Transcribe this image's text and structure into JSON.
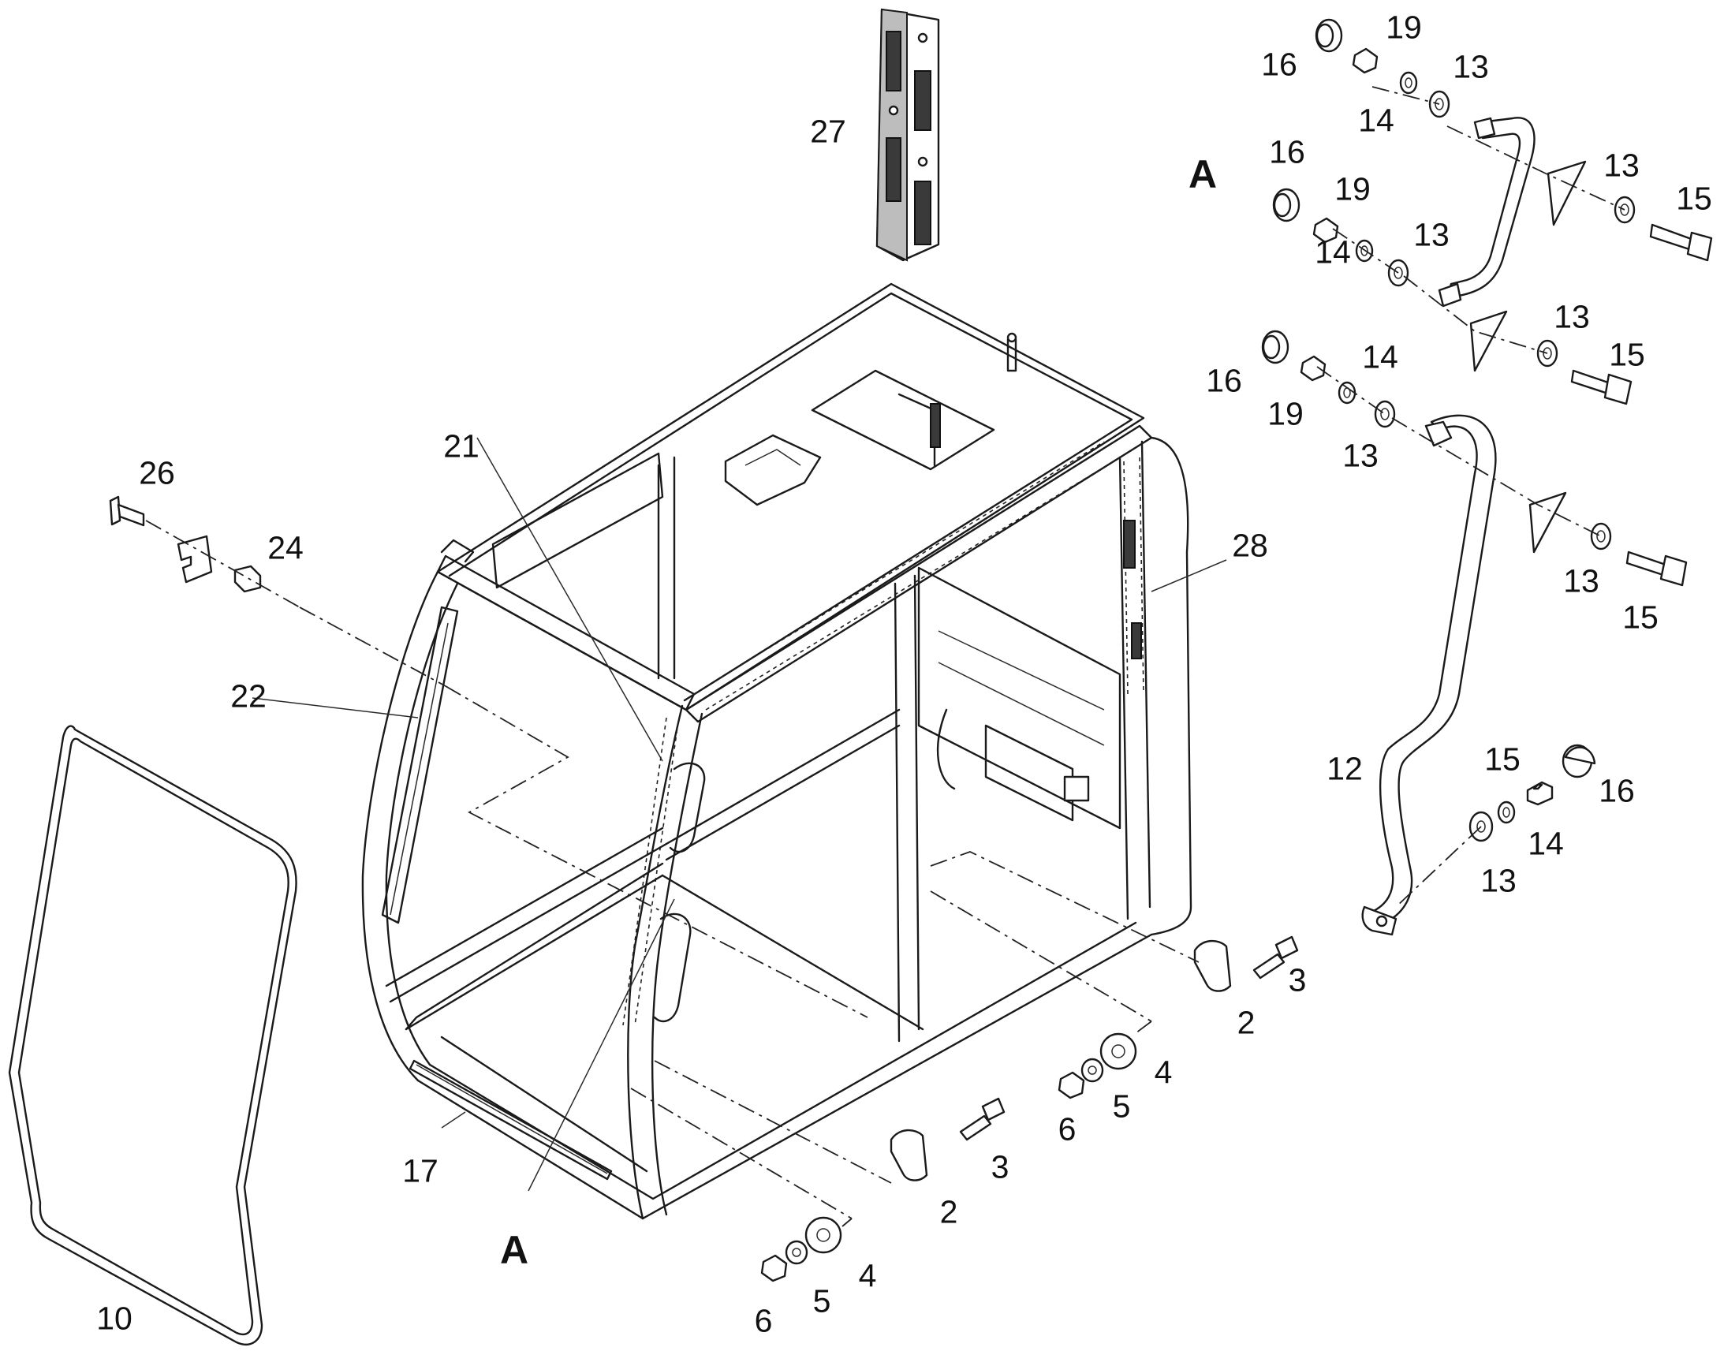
{
  "diagram": {
    "labels": {
      "l27": "27",
      "l16a": "16",
      "l19a": "19",
      "l13a": "13",
      "l14a": "14",
      "lA1": "A",
      "l16b": "16",
      "l19b": "19",
      "l13b": "13",
      "l13c": "13",
      "l15a": "15",
      "l14b": "14",
      "l13d": "13",
      "l15b": "15",
      "l16c": "16",
      "l14c": "14",
      "l19c": "19",
      "l13e": "13",
      "l21": "21",
      "l26": "26",
      "l24": "24",
      "l28": "28",
      "l13f": "13",
      "l15c": "15",
      "l22": "22",
      "l12": "12",
      "l15d": "15",
      "l16d": "16",
      "l14d": "14",
      "l13g": "13",
      "l3a": "3",
      "l2a": "2",
      "l4a": "4",
      "l5a": "5",
      "l6a": "6",
      "l3b": "3",
      "l2b": "2",
      "l17": "17",
      "lA2": "A",
      "l4b": "4",
      "l5b": "5",
      "l6b": "6",
      "l10": "10"
    }
  }
}
